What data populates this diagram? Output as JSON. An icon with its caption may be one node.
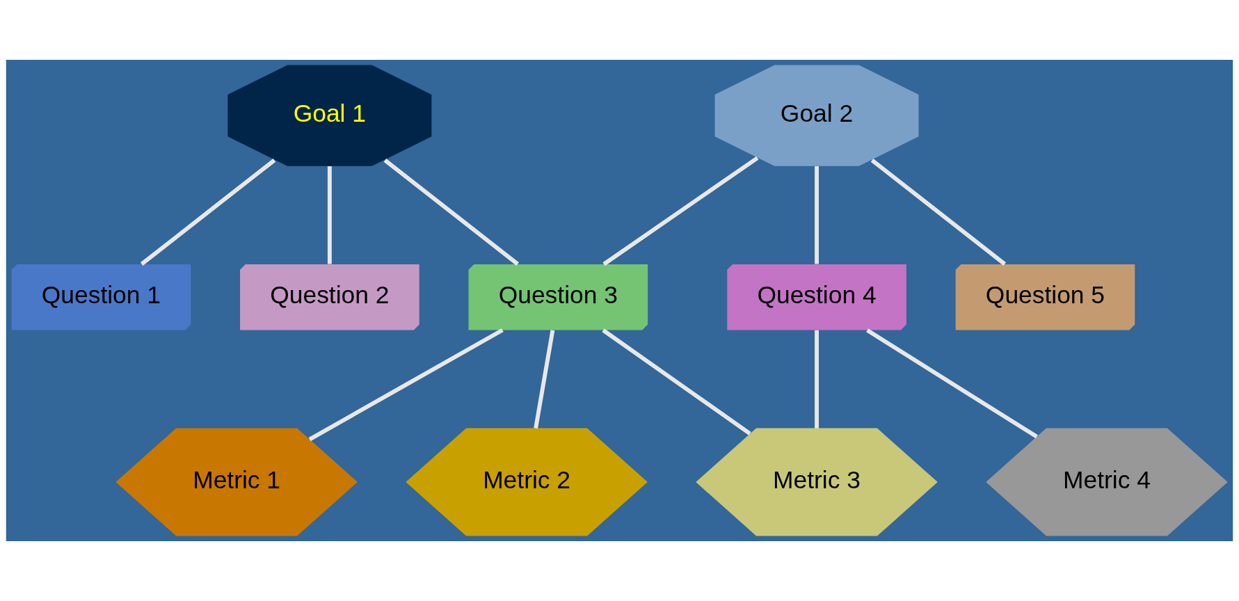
{
  "diagram": {
    "nodes": [
      {
        "text": [
          "Goal 1"
        ]
      },
      {
        "text": [
          "Goal 2"
        ]
      },
      {
        "text": [
          "Question 1"
        ]
      },
      {
        "text": [
          "Question 2"
        ]
      },
      {
        "text": [
          "Question 3"
        ]
      },
      {
        "text": [
          "Question 4"
        ]
      },
      {
        "text": [
          "Question 5"
        ]
      },
      {
        "text": [
          "Metric 1"
        ]
      },
      {
        "text": [
          "Metric 2"
        ]
      },
      {
        "text": [
          "Metric 3"
        ]
      },
      {
        "text": [
          "Metric 4"
        ]
      }
    ],
    "edges": [
      {
        "from": 0,
        "to": 2,
        "arrow": "none"
      },
      {
        "from": 0,
        "to": 3,
        "arrow": "none"
      },
      {
        "from": 0,
        "to": 4,
        "arrow": "none"
      },
      {
        "from": 1,
        "to": 4,
        "arrow": "none"
      },
      {
        "from": 1,
        "to": 5,
        "arrow": "none"
      },
      {
        "from": 1,
        "to": 6,
        "arrow": "none"
      },
      {
        "from": 4,
        "to": 7,
        "arrow": "none"
      },
      {
        "from": 4,
        "to": 8,
        "arrow": "none"
      },
      {
        "from": 4,
        "to": 9,
        "arrow": "none"
      },
      {
        "from": 5,
        "to": 9,
        "arrow": "none"
      },
      {
        "from": 5,
        "to": 10,
        "arrow": "none"
      }
    ]
  }
}
